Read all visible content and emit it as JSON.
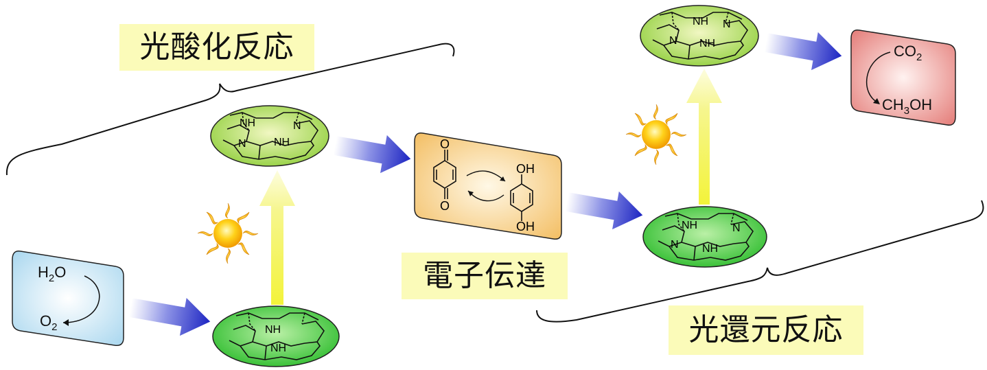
{
  "labels": {
    "photooxidation": "光酸化反応",
    "electron_transfer": "電子伝達",
    "photoreduction": "光還元反応"
  },
  "water_box": {
    "reactant": "H",
    "reactant_sub": "2",
    "reactant_tail": "O",
    "product": "O",
    "product_sub": "2"
  },
  "quinone_box": {
    "atom_o": "O",
    "atom_oh": "OH"
  },
  "co2_box": {
    "reactant": "CO",
    "reactant_sub": "2",
    "product_a": "CH",
    "product_sub": "3",
    "product_b": "OH"
  },
  "porphyrin": {
    "nh": "NH",
    "n": "N"
  },
  "colors": {
    "label_bg": "#fbfbb9",
    "arrow_blue": "#2a32c8",
    "arrow_yellow": "#f2f23a",
    "water_box": "#b9def2",
    "quinone_box": "#f6c877",
    "co2_box": "#e98a85",
    "porphyrin_green": "#2fc52f",
    "porphyrin_light_green": "#a8e05a"
  }
}
